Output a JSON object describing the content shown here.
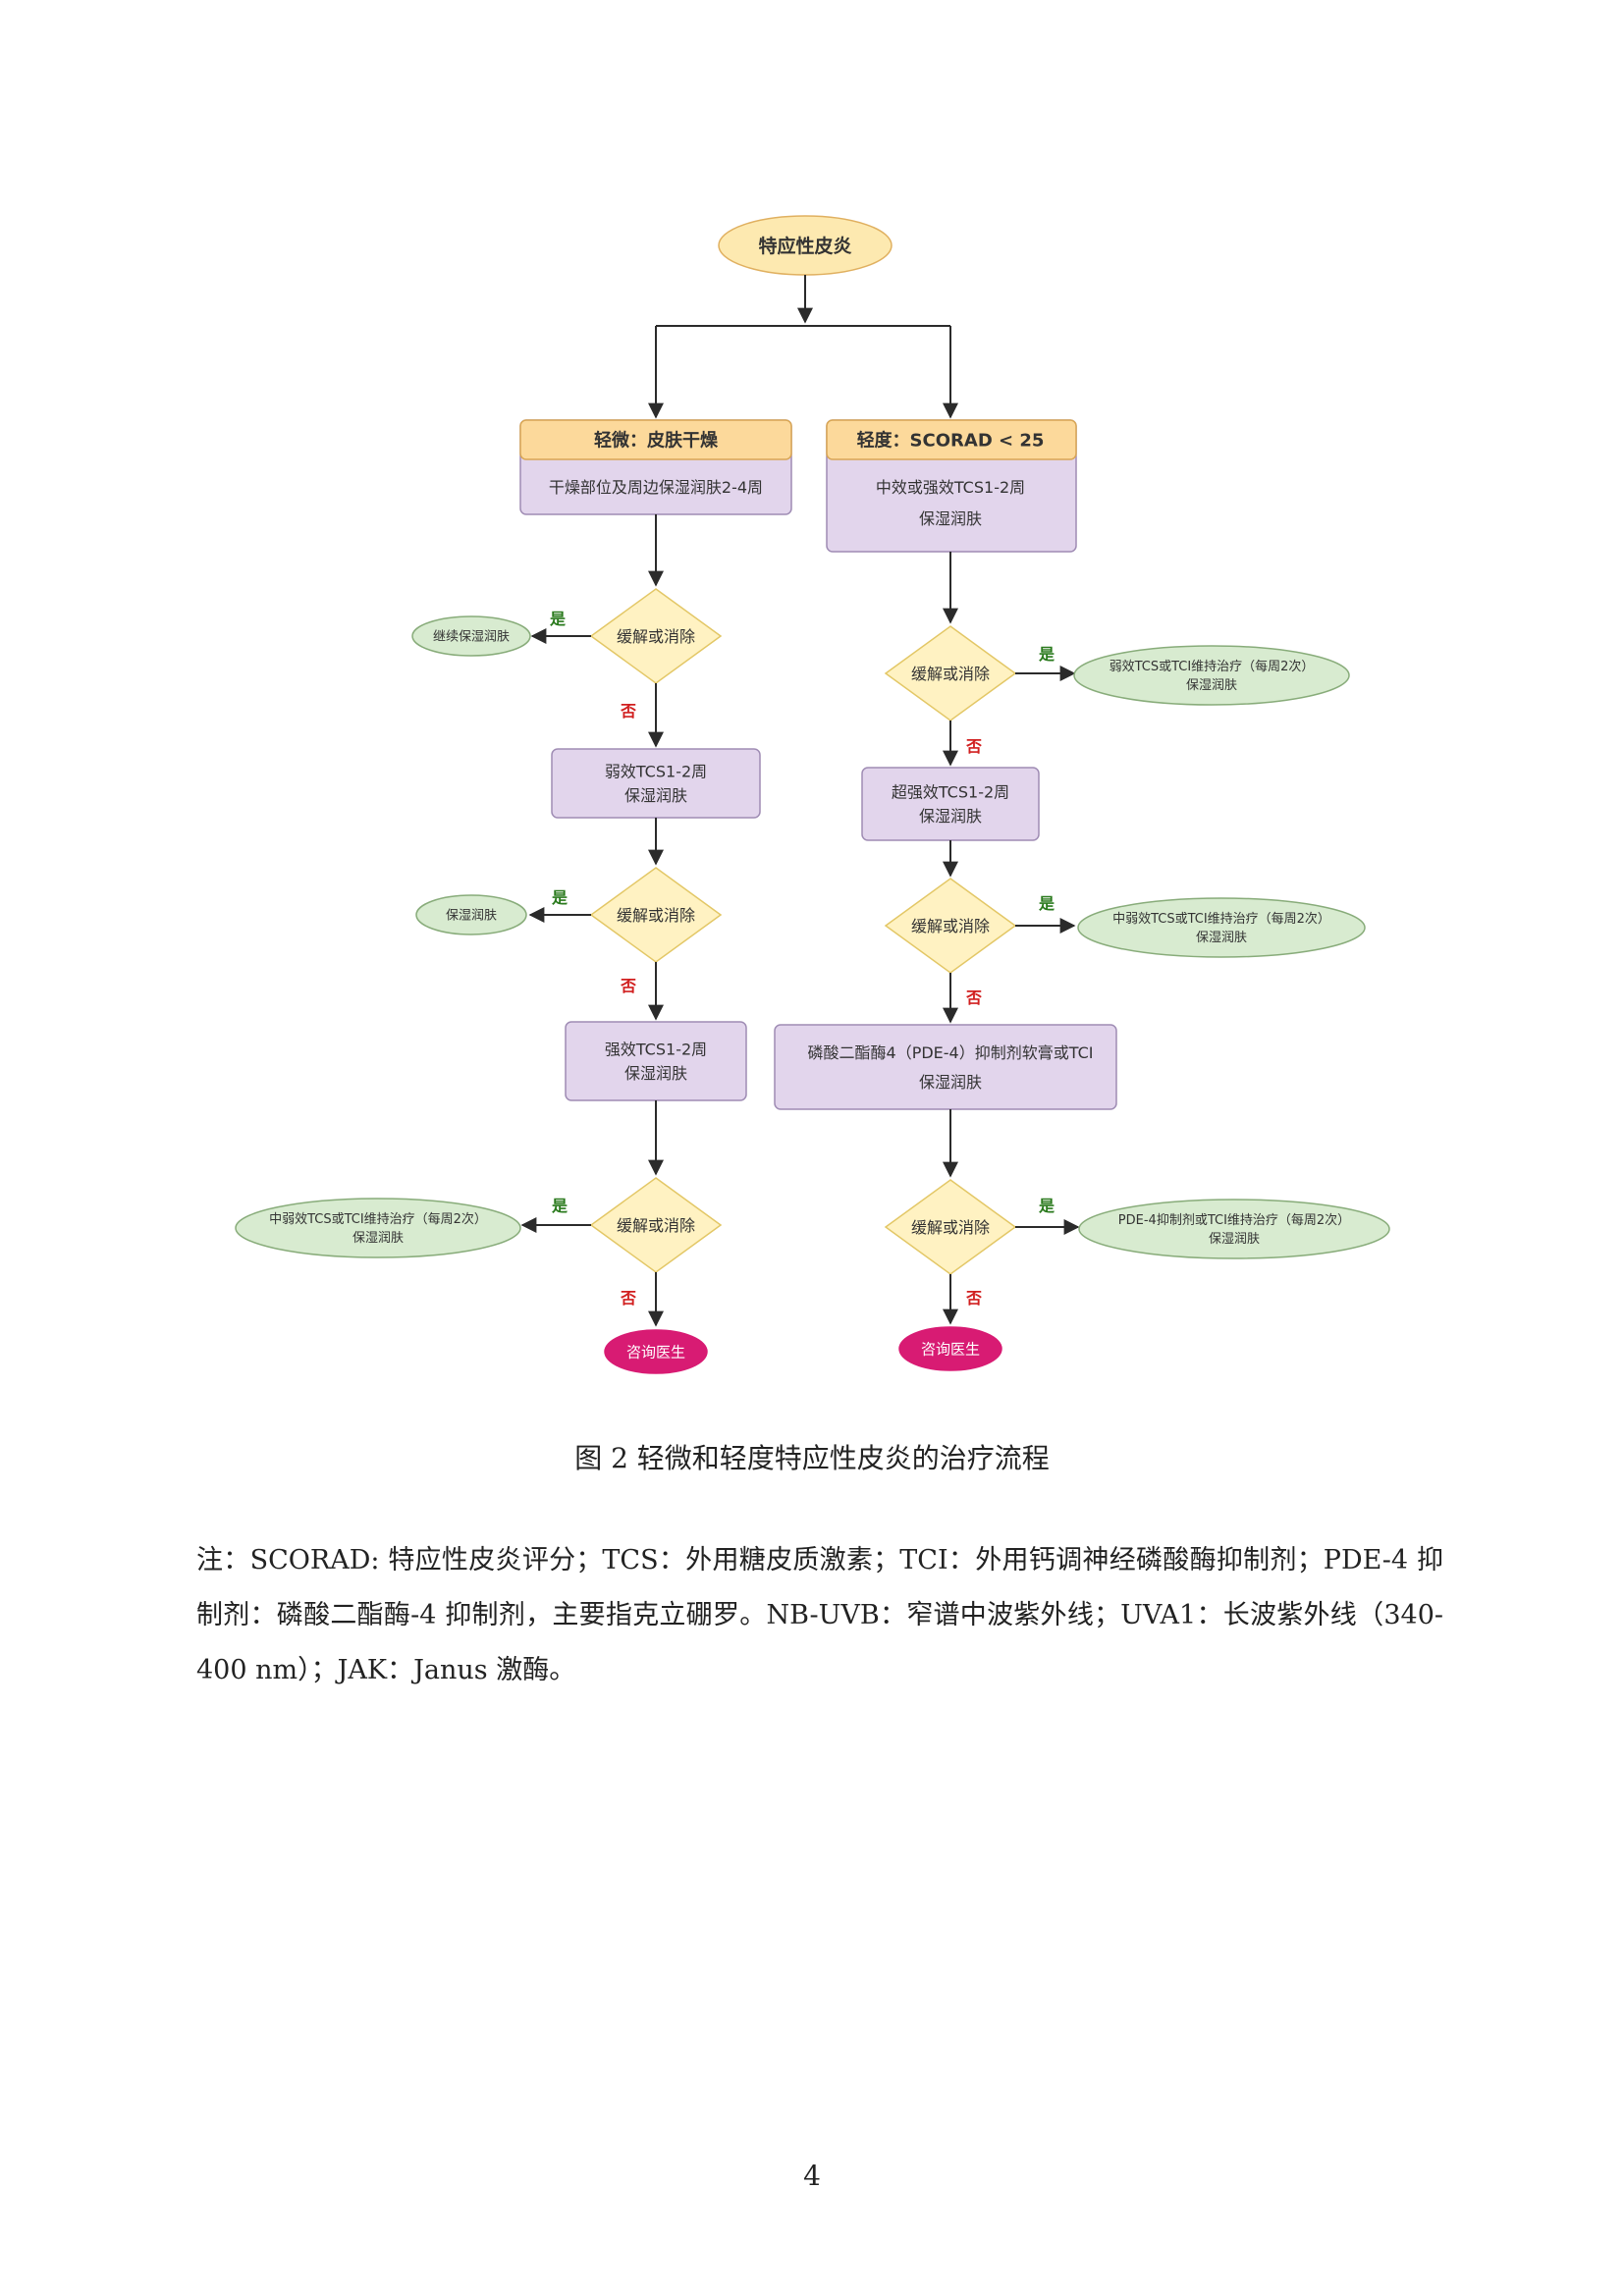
{
  "flowchart": {
    "start": "特应性皮炎",
    "left": {
      "header": "轻微：皮肤干燥",
      "body": "干燥部位及周边保湿润肤2-4周",
      "step1": [
        "弱效TCS1-2周",
        "保湿润肤"
      ],
      "step2": [
        "强效TCS1-2周",
        "保湿润肤"
      ],
      "outcome1": "继续保湿润肤",
      "outcome2": "保湿润肤",
      "outcome3": [
        "中弱效TCS或TCI维持治疗（每周2次）",
        "保湿润肤"
      ]
    },
    "right": {
      "header": "轻度：SCORAD < 25",
      "body": [
        "中效或强效TCS1-2周",
        "保湿润肤"
      ],
      "step1": [
        "超强效TCS1-2周",
        "保湿润肤"
      ],
      "step2": [
        "磷酸二酯酶4（PDE-4）抑制剂软膏或TCI",
        "保湿润肤"
      ],
      "outcome1": [
        "弱效TCS或TCI维持治疗（每周2次）",
        "保湿润肤"
      ],
      "outcome2": [
        "中弱效TCS或TCI维持治疗（每周2次）",
        "保湿润肤"
      ],
      "outcome3": [
        "PDE-4抑制剂或TCI维持治疗（每周2次）",
        "保湿润肤"
      ]
    },
    "decision": "缓解或消除",
    "yes": "是",
    "no": "否",
    "end": "咨询医生"
  },
  "colors": {
    "start_fill": "#fde9b0",
    "start_stroke": "#e0b060",
    "header_fill": "#fcd99b",
    "header_stroke": "#d9a654",
    "process_fill": "#e2d5ec",
    "process_stroke": "#9f8cb4",
    "decision_fill": "#fff2c2",
    "decision_stroke": "#e3c766",
    "outcome_fill": "#d8ebd0",
    "outcome_stroke": "#88ac7a",
    "end_fill": "#d81b73",
    "yes_color": "#2a7a1d",
    "no_color": "#d11f1f",
    "line": "#2b2b2b"
  },
  "caption": "图 2 轻微和轻度特应性皮炎的治疗流程",
  "note": "注：SCORAD: 特应性皮炎评分；TCS：外用糖皮质激素；TCI：外用钙调神经磷酸酶抑制剂；PDE-4 抑制剂：磷酸二酯酶-4 抑制剂，主要指克立硼罗。NB-UVB：窄谱中波紫外线；UVA1：长波紫外线（340-400 nm）；JAK：Janus 激酶。",
  "page_number": "4"
}
